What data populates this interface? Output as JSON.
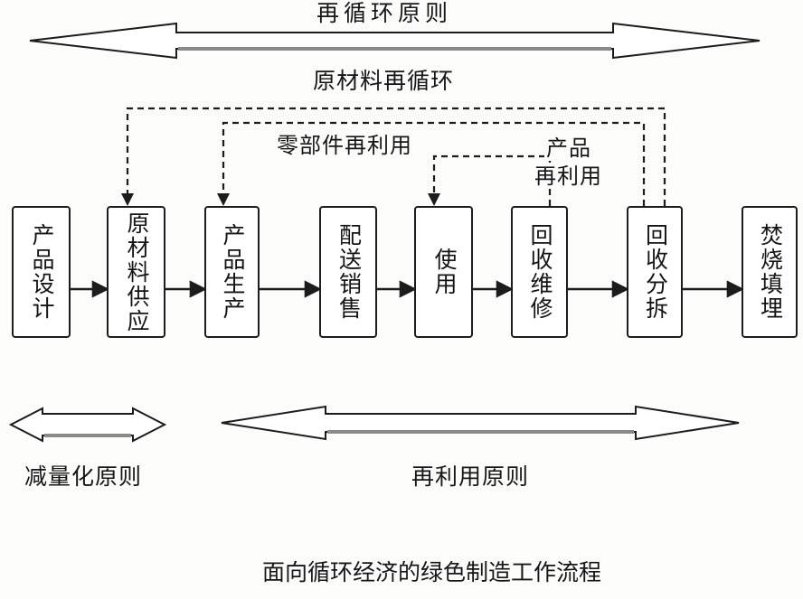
{
  "diagram": {
    "title_top": "再循环原则",
    "feedback": {
      "raw_material_recycle": "原材料再循环",
      "parts_reuse": "零部件再利用",
      "product_reuse_line1": "产品",
      "product_reuse_line2": "再利用"
    },
    "boxes": [
      {
        "label": "产品设计"
      },
      {
        "label": "原材料供应"
      },
      {
        "label": "产品生产"
      },
      {
        "label": "配送销售"
      },
      {
        "label": "使用"
      },
      {
        "label": "回收维修"
      },
      {
        "label": "回收分拆"
      },
      {
        "label": "焚烧填埋"
      }
    ],
    "bottom_principles": {
      "reduce": "减量化原则",
      "reuse": "再利用原则"
    },
    "caption": "面向循环经济的绿色制造工作流程",
    "colors": {
      "ink": "#1c1c1c",
      "shaft_shadow": "#8a8a8a",
      "background": "#fcfcfb"
    }
  }
}
